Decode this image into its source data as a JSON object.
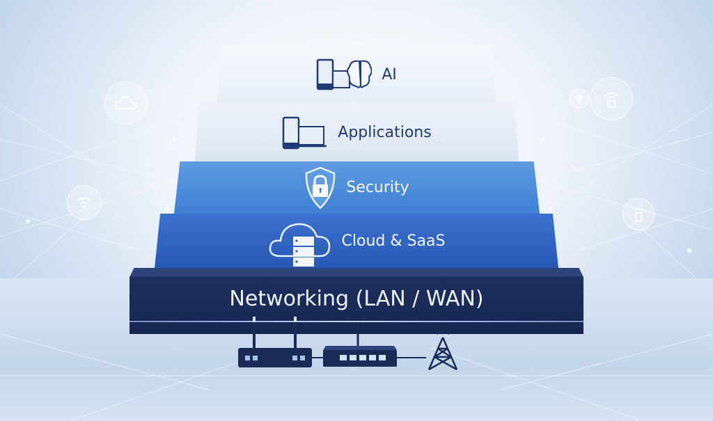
{
  "diagram": {
    "type": "layered stack",
    "layers": [
      {
        "label": "AI",
        "icon": "devices-brain-icon"
      },
      {
        "label": "Applications",
        "icon": "devices-icon"
      },
      {
        "label": "Security",
        "icon": "shield-lock-icon"
      },
      {
        "label": "Cloud & SaaS",
        "icon": "cloud-server-icon"
      },
      {
        "label": "Networking (LAN / WAN)",
        "icon": "network-devices-icon"
      }
    ],
    "colors": {
      "ai": "#eef3fa",
      "applications": "#e3ebf6",
      "security": "#4f8fdb",
      "cloud": "#2f63c4",
      "networking": "#1b2b55",
      "dark_text": "#1f3a78"
    }
  }
}
